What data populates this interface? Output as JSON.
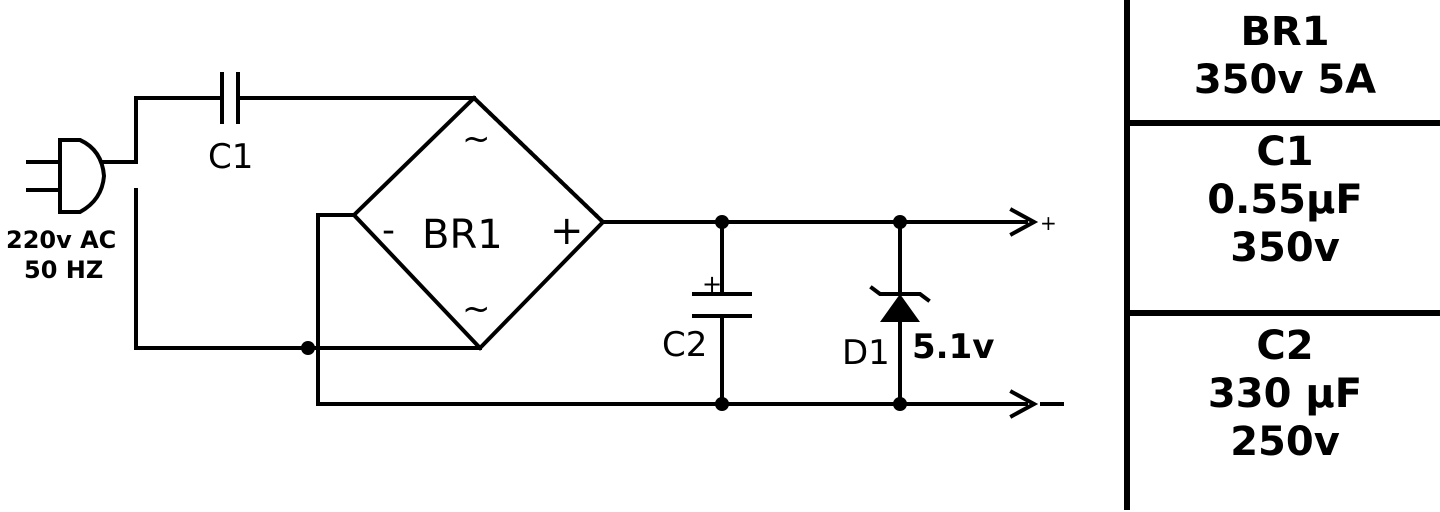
{
  "schematic": {
    "input_label_line1": "220v AC",
    "input_label_line2": "50 HZ",
    "c1_label": "C1",
    "br1_label": "BR1",
    "br1_minus": "-",
    "br1_plus": "+",
    "br1_ac_top": "~",
    "br1_ac_bottom": "~",
    "c2_label": "C2",
    "c2_polarity": "+",
    "d1_label": "D1",
    "d1_value": "5.1v",
    "out_plus": "+",
    "out_minus": "-"
  },
  "components_table": [
    {
      "name": "BR1",
      "lines": [
        "350v 5A"
      ]
    },
    {
      "name": "C1",
      "lines": [
        "0.55µF",
        "350v"
      ]
    },
    {
      "name": "C2",
      "lines": [
        "330 µF",
        "250v"
      ]
    }
  ]
}
